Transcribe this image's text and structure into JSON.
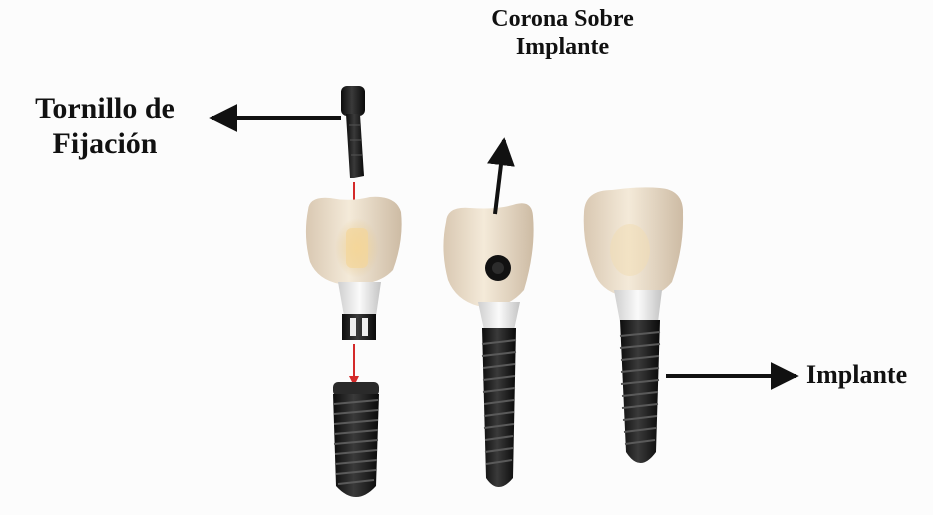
{
  "labels": {
    "corona_line1": "Corona Sobre",
    "corona_line2": "Implante",
    "tornillo_line1": "Tornillo de",
    "tornillo_line2": "Fijación",
    "implante": "Implante"
  },
  "colors": {
    "background": "#fcfcfc",
    "text": "#111111",
    "arrow": "#111111",
    "assembly_arrow": "#d42a2a",
    "crown": "#efe3cf",
    "metal": "#1b1b1b"
  }
}
